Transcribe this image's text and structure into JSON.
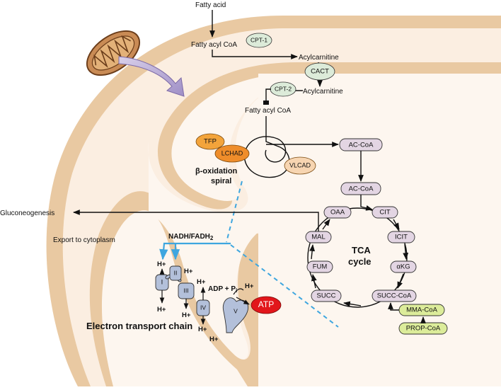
{
  "fatty_acid_pathway": {
    "fatty_acid": "Fatty acid",
    "fatty_acyl_coa_outer": "Fatty acyl CoA",
    "cpt1": "CPT-1",
    "acylcarnitine_outer": "Acylcarnitine",
    "cact": "CACT",
    "cpt2": "CPT-2",
    "acylcarnitine_inner": "Acylcarnitine",
    "fatty_acyl_coa_inner": "Fatty acyl CoA"
  },
  "beta_oxidation": {
    "tfp": "TFP",
    "lchad": "LCHAD",
    "vlcad": "VLCAD",
    "label_line1": "β-oxidation",
    "label_line2": "spiral"
  },
  "tca": {
    "ac_coa_1": "AC-CoA",
    "ac_coa_2": "AC-CoA",
    "oaa": "OAA",
    "cit": "CIT",
    "icit": "ICIT",
    "akg": "αKG",
    "succ_coa": "SUCC-CoA",
    "succ": "SUCC",
    "fum": "FUM",
    "mal": "MAL",
    "label_line1": "TCA",
    "label_line2": "cycle",
    "mma_coa": "MMA-CoA",
    "prop_coa": "PROP-CoA"
  },
  "side_labels": {
    "gluconeogenesis": "Gluconeogenesis",
    "export": "Export to cytoplasm"
  },
  "etc": {
    "nadh": "NADH/FADH",
    "nadh_sub": "2",
    "complex_i": "I",
    "complex_ii": "II",
    "complex_iii": "III",
    "complex_iv": "IV",
    "complex_v": "V",
    "proton": "H+",
    "adp": "ADP + P",
    "adp_sub": "i",
    "atp": "ATP",
    "title": "Electron transport chain"
  },
  "colors": {
    "membrane": "#e9c9a2",
    "matrix": "#fdf6ef",
    "ims": "#f9ecdf",
    "tca_node": "#e3d5e3",
    "enzyme_green": "#dcebd9",
    "tfp_orange": "#f3a43b",
    "lchad_orange": "#ef8d2a",
    "vlcad_peach": "#f7d5b1",
    "complex_blue": "#b3c0da",
    "atp_red": "#e2161b",
    "yellow_green": "#dcec9a",
    "nadh_blue": "#3ea6df",
    "mito_brown": "#c98b55",
    "big_arrow": "#b4a5d2"
  }
}
